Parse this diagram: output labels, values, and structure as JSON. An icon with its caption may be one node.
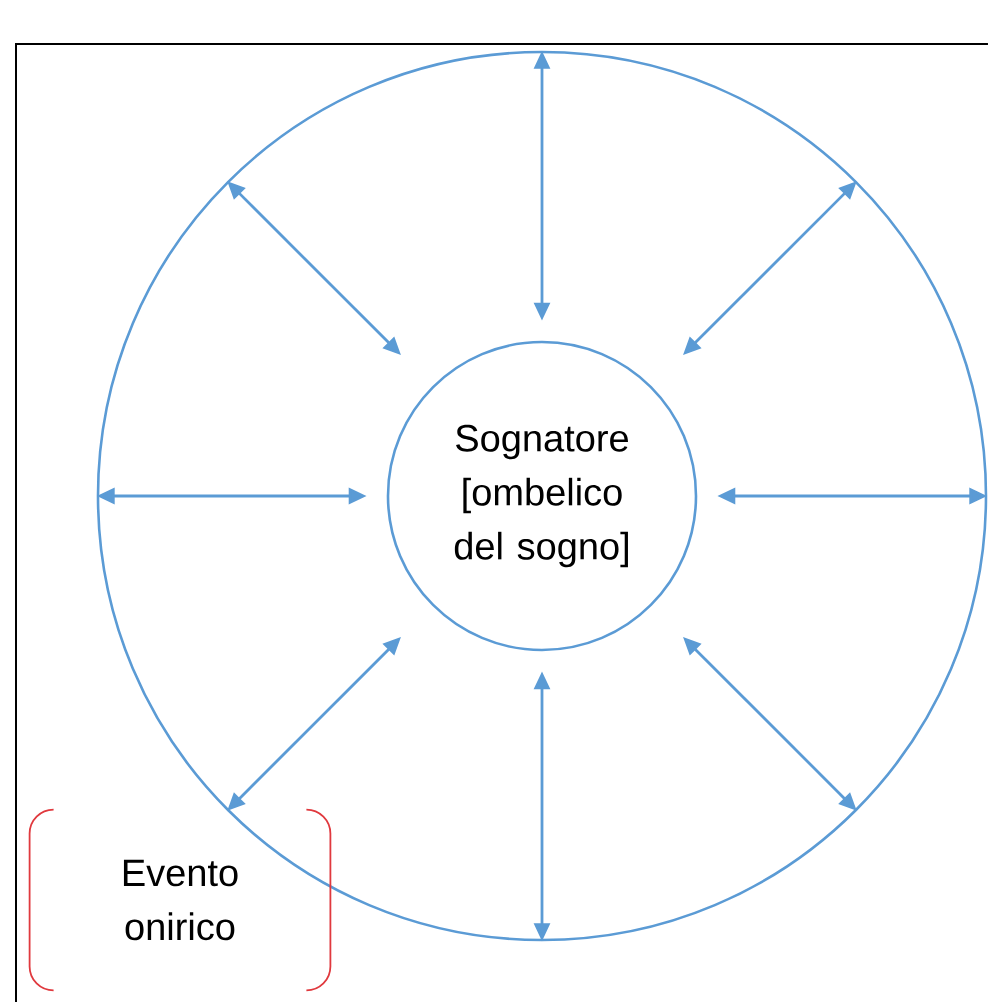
{
  "diagram": {
    "nodes": [
      {
        "text": [],
        "shape": "circle"
      },
      {
        "text": [
          "Sognatore [ombelico del sogno]"
        ],
        "in": 0
      },
      {
        "text": [
          "Evento onirico"
        ]
      }
    ],
    "edges": [
      {
        "from": 1,
        "to": 0,
        "arrow": "both"
      },
      {
        "from": 1,
        "to": 0,
        "arrow": "both"
      },
      {
        "from": 1,
        "to": 0,
        "arrow": "both"
      },
      {
        "from": 1,
        "to": 0,
        "arrow": "both"
      },
      {
        "from": 1,
        "to": 0,
        "arrow": "both"
      },
      {
        "from": 1,
        "to": 0,
        "arrow": "both"
      },
      {
        "from": 1,
        "to": 0,
        "arrow": "both"
      },
      {
        "from": 1,
        "to": 0,
        "arrow": "both"
      }
    ]
  }
}
